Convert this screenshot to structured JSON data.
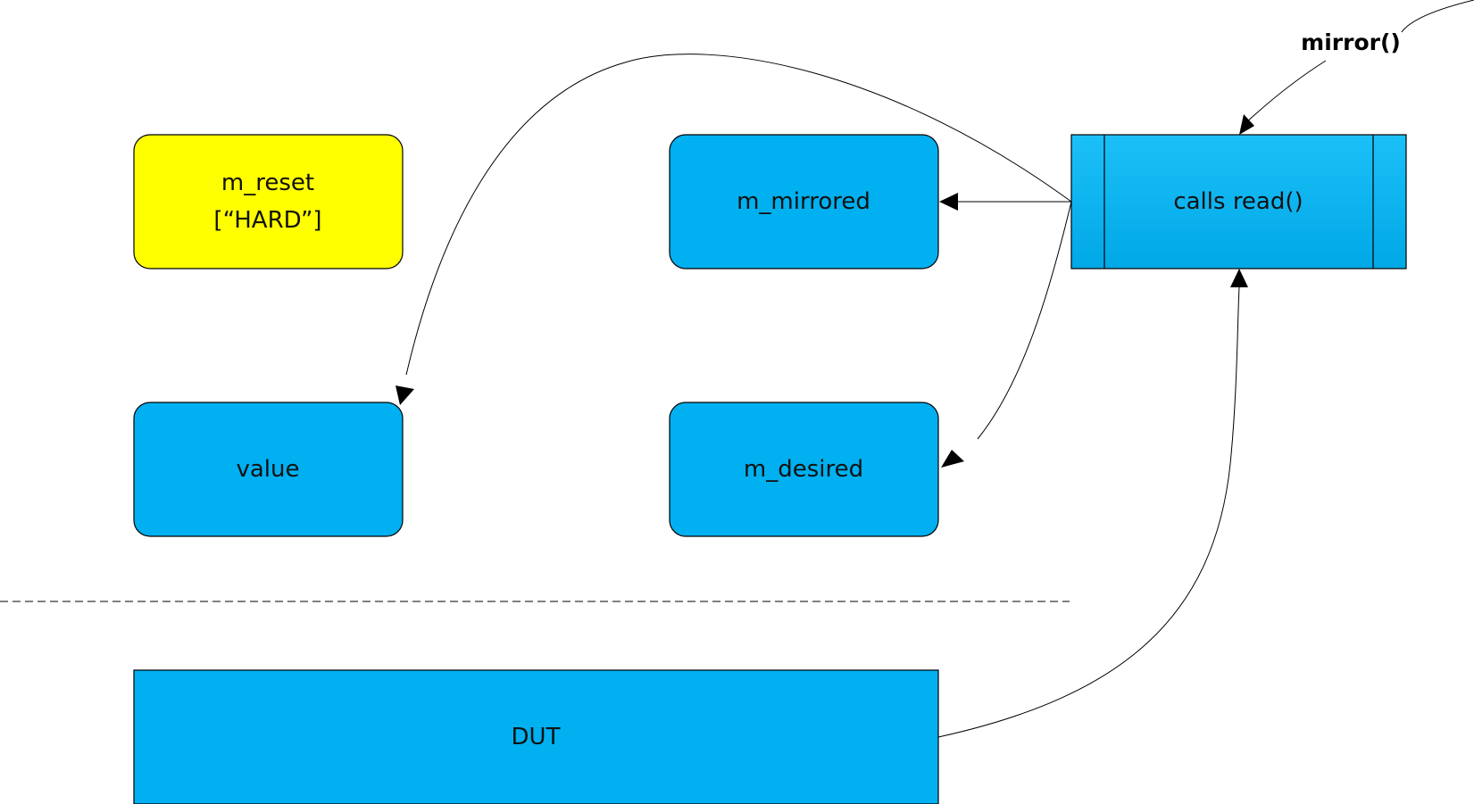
{
  "colors": {
    "box_fill": "#00b0f0",
    "highlight_fill": "#ffff00",
    "line": "#000000",
    "background": "#ffffff"
  },
  "nodes": {
    "m_reset": {
      "line1": "m_reset",
      "line2": "[“HARD”]"
    },
    "m_mirrored": {
      "label": "m_mirrored"
    },
    "calls_read": {
      "label": "calls read()"
    },
    "value": {
      "label": "value"
    },
    "m_desired": {
      "label": "m_desired"
    },
    "dut": {
      "label": "DUT"
    }
  },
  "trigger": {
    "label": "mirror()"
  }
}
